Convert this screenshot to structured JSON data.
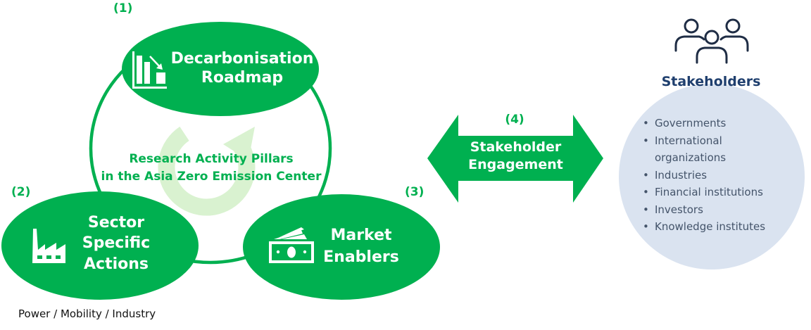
{
  "colors": {
    "primary_green": "#00b050",
    "light_green": "#d9f2d0",
    "stakeholder_circle": "#dae3f0",
    "stakeholder_title": "#1f3f6e",
    "stakeholder_list_text": "#44546a",
    "white": "#ffffff"
  },
  "center": {
    "line1": "Research Activity Pillars",
    "line2": "in the Asia Zero Emission Center",
    "icon": "cycle-arrow-icon"
  },
  "pillars": [
    {
      "number": "(1)",
      "line1": "Decarbonisation",
      "line2": "Roadmap",
      "line3": "",
      "icon": "declining-bar-chart-icon"
    },
    {
      "number": "(2)",
      "line1": "Sector",
      "line2": "Specific",
      "line3": "Actions",
      "icon": "factory-icon",
      "sublabel": "Power / Mobility / Industry"
    },
    {
      "number": "(3)",
      "line1": "Market",
      "line2": "Enablers",
      "line3": "",
      "icon": "money-bills-icon"
    }
  ],
  "engagement": {
    "number": "(4)",
    "line1": "Stakeholder",
    "line2": "Engagement",
    "icon": "double-headed-arrow"
  },
  "stakeholders": {
    "icon": "people-group-icon",
    "title": "Stakeholders",
    "bullet": "•",
    "items": [
      "Governments",
      "International organizations",
      "Industries",
      "Financial institutions",
      "Investors",
      "Knowledge institutes"
    ]
  }
}
